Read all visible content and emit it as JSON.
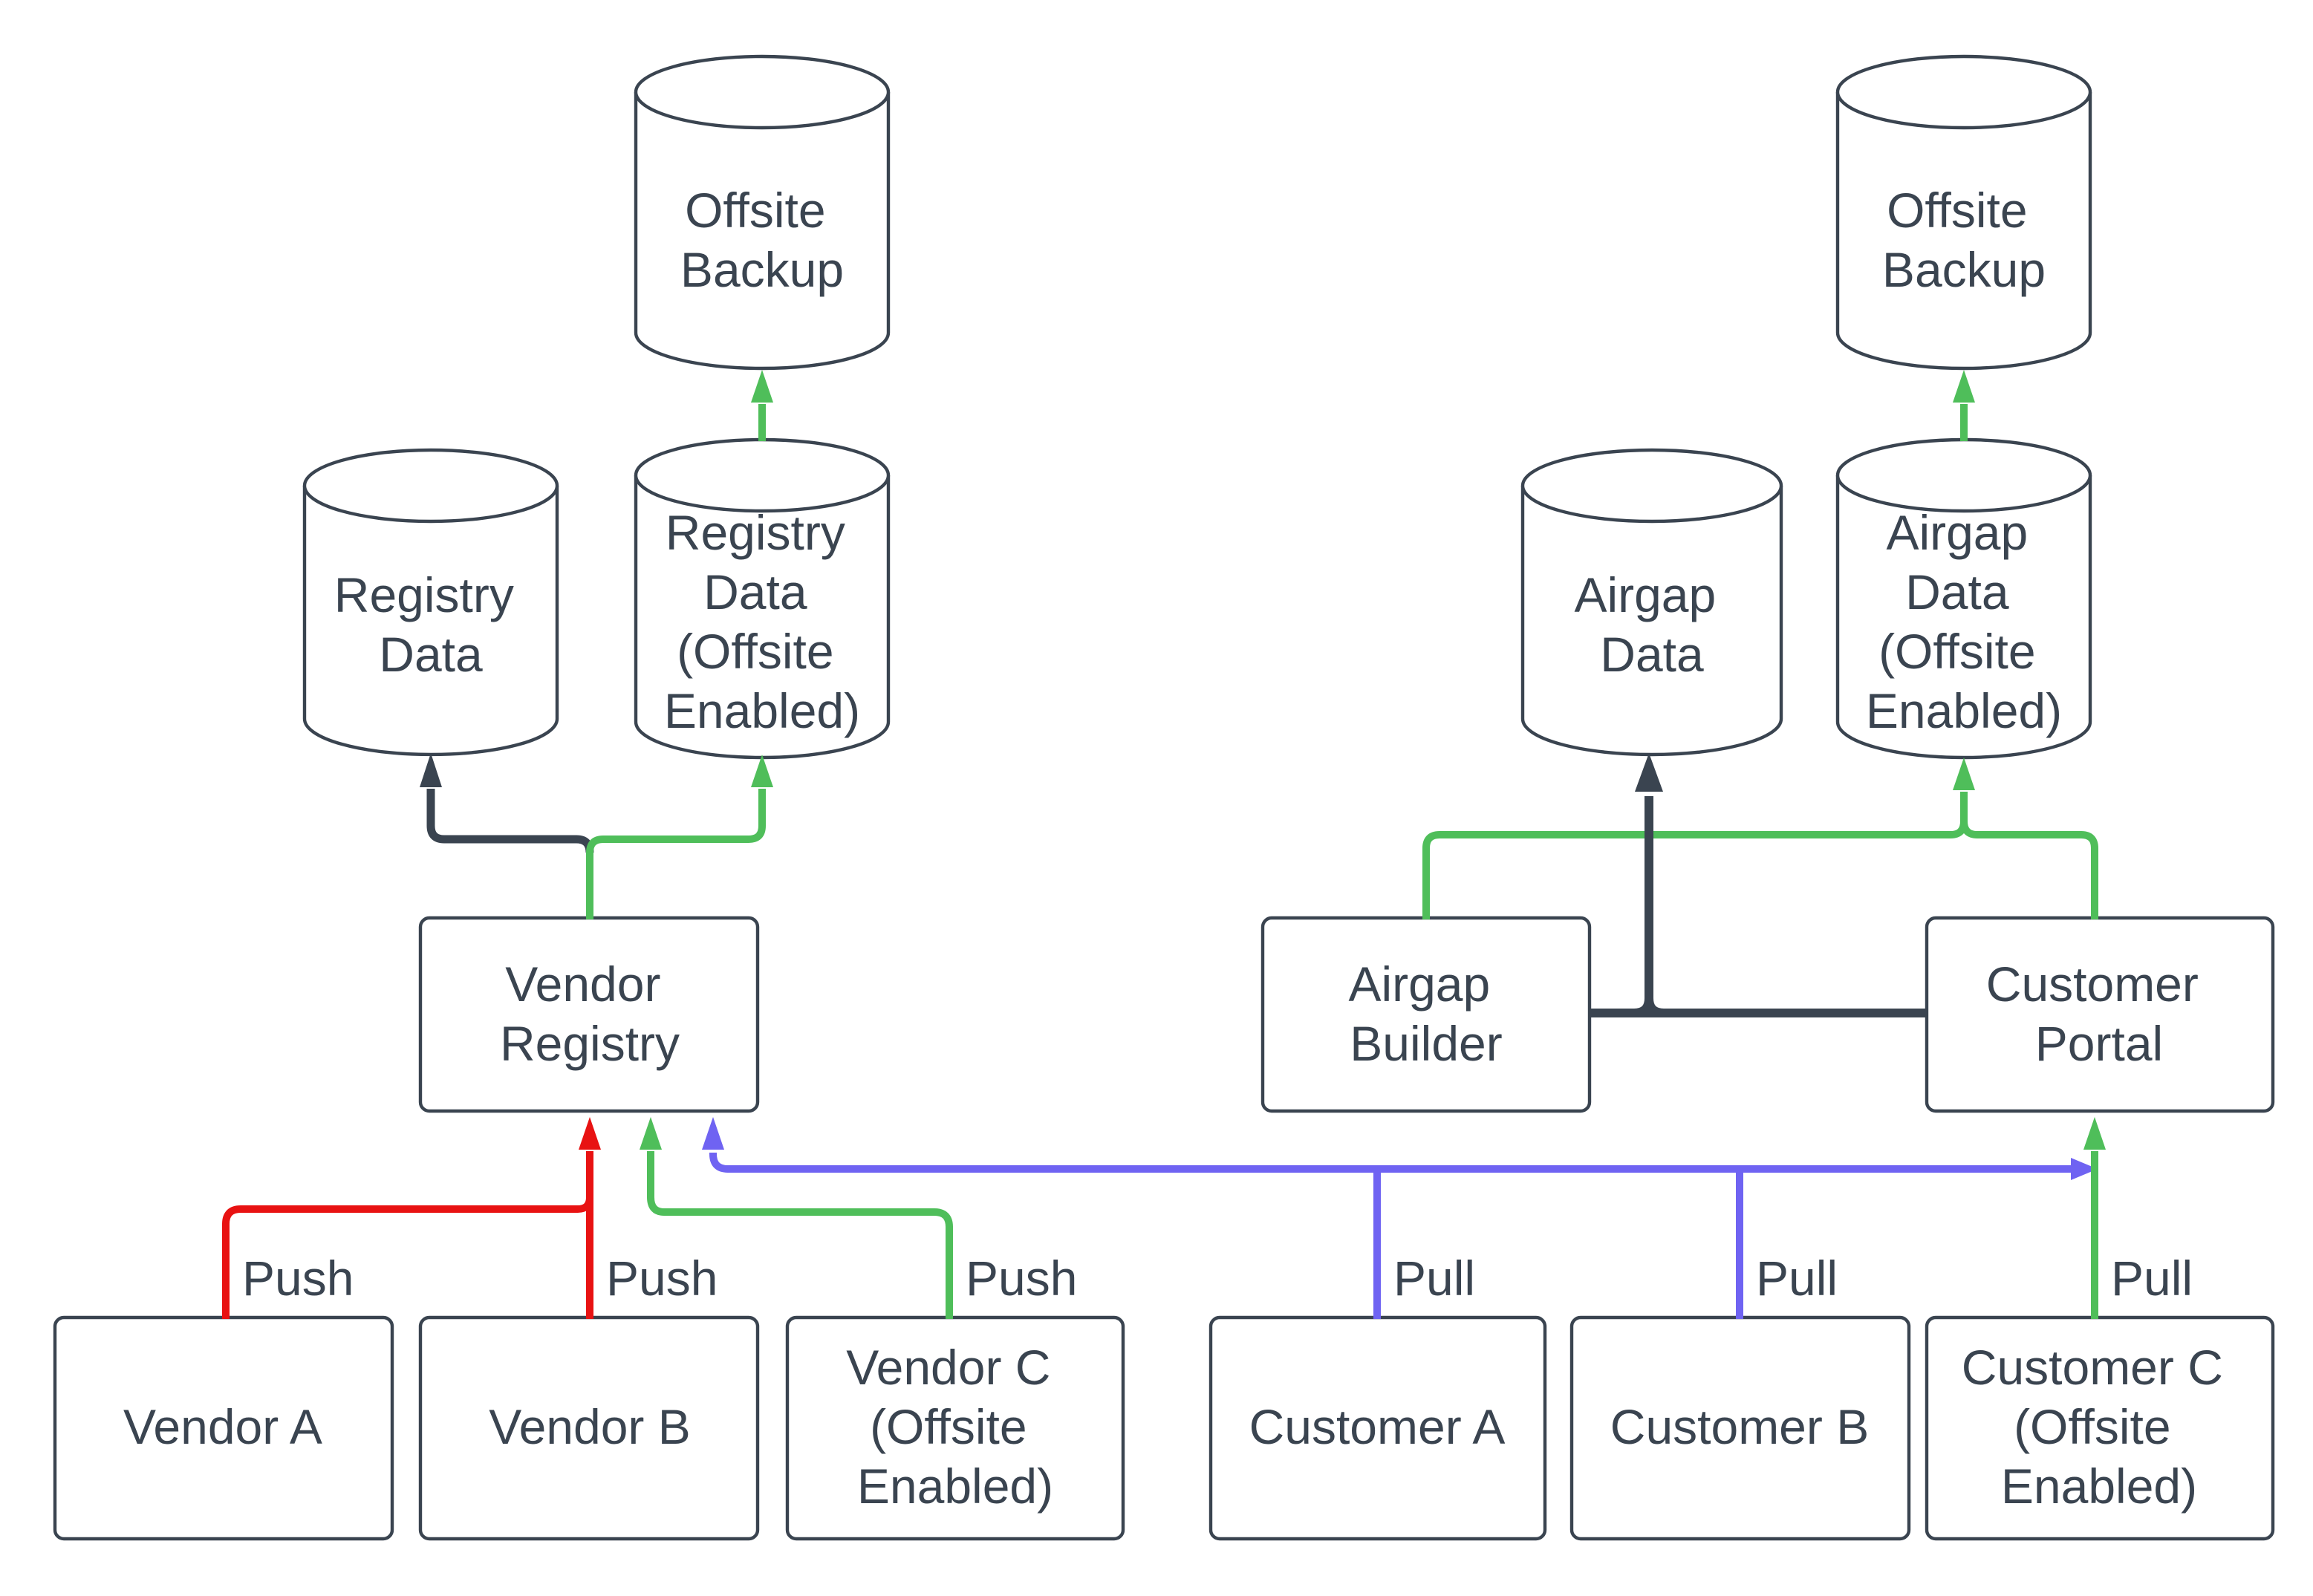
{
  "diagram": {
    "colors": {
      "dark": "#3a4450",
      "red": "#e81212",
      "green": "#4fbe5a",
      "purple": "#6f63f2",
      "bg": "#ffffff"
    },
    "nodes": {
      "offsite_backup_left": {
        "shape": "cylinder",
        "lines": [
          "Offsite",
          "Backup"
        ]
      },
      "registry_data": {
        "shape": "cylinder",
        "lines": [
          "Registry",
          "Data"
        ]
      },
      "registry_data_offsite": {
        "shape": "cylinder",
        "lines": [
          "Registry",
          "Data",
          "(Offsite",
          "Enabled)"
        ]
      },
      "vendor_registry": {
        "shape": "rect",
        "lines": [
          "Vendor",
          "Registry"
        ]
      },
      "vendor_a": {
        "shape": "rect",
        "lines": [
          "Vendor A"
        ]
      },
      "vendor_b": {
        "shape": "rect",
        "lines": [
          "Vendor B"
        ]
      },
      "vendor_c": {
        "shape": "rect",
        "lines": [
          "Vendor C",
          "(Offsite",
          "Enabled)"
        ]
      },
      "airgap_data": {
        "shape": "cylinder",
        "lines": [
          "Airgap",
          "Data"
        ]
      },
      "airgap_data_offsite": {
        "shape": "cylinder",
        "lines": [
          "Airgap",
          "Data",
          "(Offsite",
          "Enabled)"
        ]
      },
      "offsite_backup_right": {
        "shape": "cylinder",
        "lines": [
          "Offsite",
          "Backup"
        ]
      },
      "airgap_builder": {
        "shape": "rect",
        "lines": [
          "Airgap",
          "Builder"
        ]
      },
      "customer_portal": {
        "shape": "rect",
        "lines": [
          "Customer",
          "Portal"
        ]
      },
      "customer_a": {
        "shape": "rect",
        "lines": [
          "Customer A"
        ]
      },
      "customer_b": {
        "shape": "rect",
        "lines": [
          "Customer B"
        ]
      },
      "customer_c": {
        "shape": "rect",
        "lines": [
          "Customer C",
          "(Offsite",
          "Enabled)"
        ]
      }
    },
    "edges": {
      "vendor_a_push": {
        "label": "Push",
        "color": "red",
        "from": "vendor_a",
        "to": "vendor_registry"
      },
      "vendor_b_push": {
        "label": "Push",
        "color": "red",
        "from": "vendor_b",
        "to": "vendor_registry"
      },
      "vendor_c_push": {
        "label": "Push",
        "color": "green",
        "from": "vendor_c",
        "to": "vendor_registry"
      },
      "customer_a_pull": {
        "label": "Pull",
        "color": "purple",
        "from": "customer_a",
        "to": "vendor_registry"
      },
      "customer_b_pull": {
        "label": "Pull",
        "color": "purple",
        "from": "customer_b",
        "to": "vendor_registry"
      },
      "customer_c_pull": {
        "label": "Pull",
        "color": "green",
        "from": "customer_c",
        "to": "customer_portal"
      },
      "registry_to_registry_data": {
        "color": "dark",
        "from": "vendor_registry",
        "to": "registry_data"
      },
      "registry_to_registry_data_offsite": {
        "color": "green",
        "from": "vendor_registry",
        "to": "registry_data_offsite"
      },
      "registry_data_offsite_to_backup": {
        "color": "green",
        "from": "registry_data_offsite",
        "to": "offsite_backup_left"
      },
      "builder_to_airgap_data": {
        "color": "dark",
        "from": "airgap_builder",
        "to": "airgap_data"
      },
      "builder_portal_link": {
        "color": "dark",
        "from": "airgap_builder",
        "to": "customer_portal"
      },
      "builder_to_airgap_data_offsite": {
        "color": "green",
        "from": "airgap_builder",
        "to": "airgap_data_offsite"
      },
      "portal_to_airgap_data_offsite": {
        "color": "green",
        "from": "customer_portal",
        "to": "airgap_data_offsite"
      },
      "airgap_data_offsite_to_backup": {
        "color": "green",
        "from": "airgap_data_offsite",
        "to": "offsite_backup_right"
      }
    }
  }
}
